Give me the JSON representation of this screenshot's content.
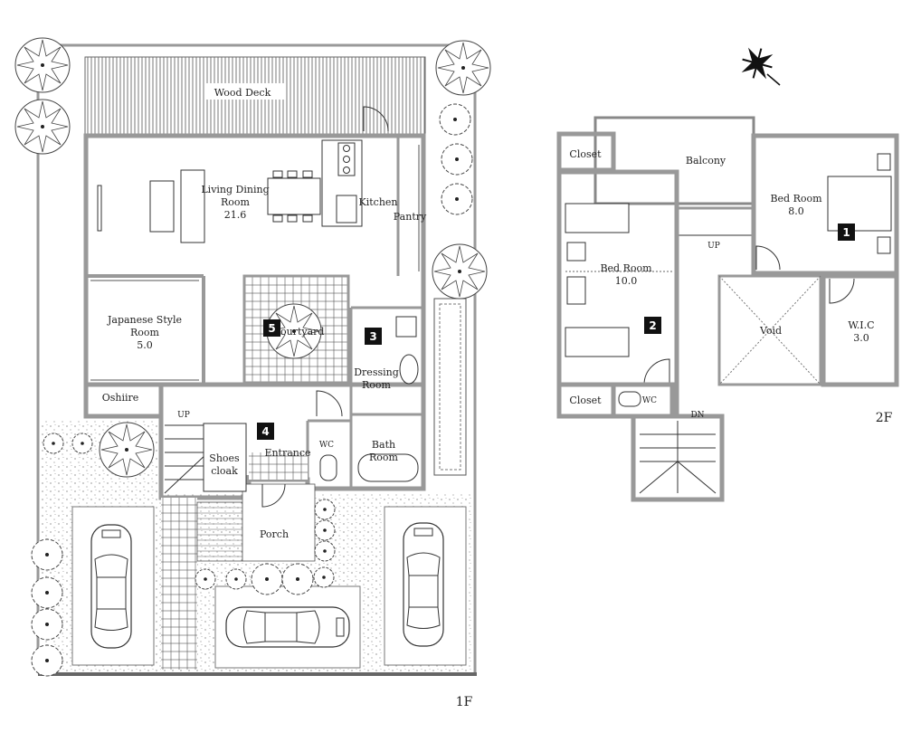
{
  "floor1": {
    "label": "1F",
    "rooms": {
      "wood_deck": "Wood Deck",
      "living_line1": "Living Dining",
      "living_line2": "Room",
      "living_size": "21.6",
      "kitchen": "Kitchen",
      "pantry": "Pantry",
      "japanese_line1": "Japanese Style",
      "japanese_line2": "Room",
      "japanese_size": "5.0",
      "courtyard": "Courtyard",
      "dressing_line1": "Dressing",
      "dressing_line2": "Room",
      "oshiire": "Oshiire",
      "up": "UP",
      "entrance": "Entrance",
      "wc": "WC",
      "bath_line1": "Bath",
      "bath_line2": "Room",
      "shoes_line1": "Shoes",
      "shoes_line2": "cloak",
      "porch": "Porch"
    },
    "markers": {
      "m3": "3",
      "m4": "4",
      "m5": "5"
    }
  },
  "floor2": {
    "label": "2F",
    "rooms": {
      "closet_top": "Closet",
      "balcony": "Balcony",
      "bedroom1_line1": "Bed Room",
      "bedroom1_size": "8.0",
      "bedroom2_line1": "Bed Room",
      "bedroom2_size": "10.0",
      "up": "UP",
      "void": "Void",
      "wic_line1": "W.I.C",
      "wic_size": "3.0",
      "closet_bottom": "Closet",
      "wc": "WC",
      "dn": "DN"
    },
    "markers": {
      "m1": "1",
      "m2": "2"
    }
  },
  "colors": {
    "wall": "#999999",
    "line": "#333333",
    "marker": "#111111"
  },
  "icons": [
    "tree-icon",
    "shrub-icon",
    "car-icon",
    "compass-icon",
    "bed-icon",
    "stove-icon",
    "toilet-icon",
    "bathtub-icon",
    "door-swing-icon"
  ]
}
